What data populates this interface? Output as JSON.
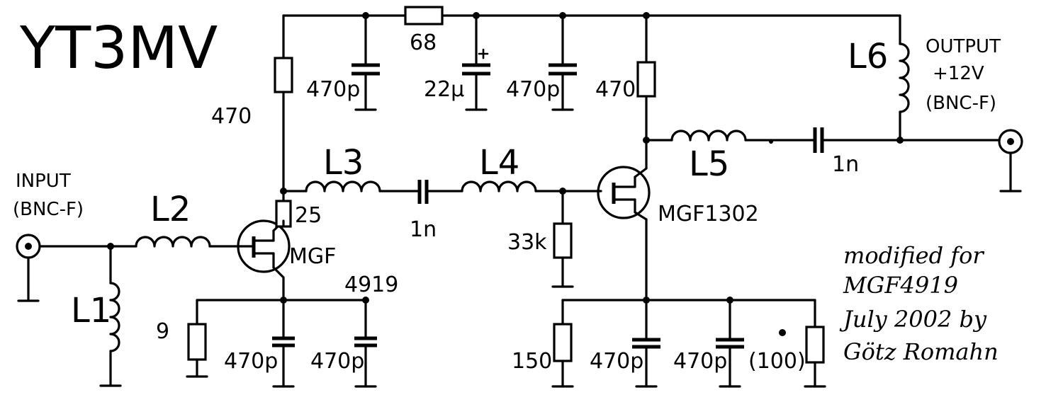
{
  "title": "YT3MV",
  "input": {
    "line1": "INPUT",
    "line2": "(BNC-F)"
  },
  "output": {
    "line1": "OUTPUT",
    "line2": "+12V",
    "line3": "(BNC-F)"
  },
  "inductors": {
    "L1": "L1",
    "L2": "L2",
    "L3": "L3",
    "L4": "L4",
    "L5": "L5",
    "L6": "L6"
  },
  "values": {
    "r_top_left": "470",
    "r_68": "68",
    "c_470p_a": "470p",
    "c_22u": "22µ",
    "c_470p_b": "470p",
    "r_470_right": "470",
    "r_25": "25",
    "c_1n_mid": "1n",
    "c_1n_out": "1n",
    "r_33k": "33k",
    "r_9": "9",
    "c_470p_c": "470p",
    "c_470p_d": "470p",
    "r_150": "150",
    "c_470p_e": "470p",
    "c_470p_f": "470p",
    "r_100": "(100)"
  },
  "transistors": {
    "q1_line1": "MGF",
    "q1_line2": "4919",
    "q2": "MGF1302"
  },
  "note": {
    "line1": "modified for",
    "line2": "MGF4919",
    "line3": "July 2002 by",
    "line4": "Götz Romahn"
  }
}
